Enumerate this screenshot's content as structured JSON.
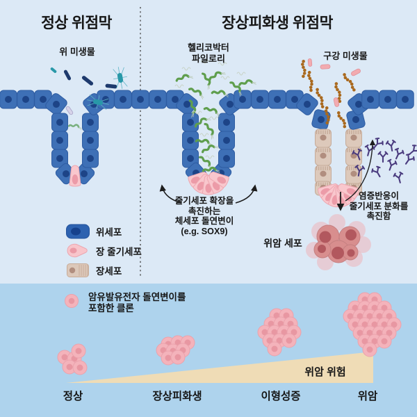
{
  "section_left": {
    "title": "정상 위점막",
    "microbe_label": "위 미생물"
  },
  "section_right": {
    "title": "장상피화생 위점막",
    "h_pylori_line1": "헬리코박터",
    "h_pylori_line2": "파일로리",
    "oral_microbe_label": "구강 미생물"
  },
  "notes": {
    "mutation_line1": "줄기세포 확장을",
    "mutation_line2": "촉진하는",
    "mutation_line3": "체세포 돌연변이",
    "mutation_line4": "(e.g. SOX9)",
    "inflammation_line1": "염증반응이",
    "inflammation_line2": "줄기세포 분화를",
    "inflammation_line3": "촉진함",
    "cancer_cells_label": "위암 세포",
    "clone_line1": "암유발유전자 돌연변이를",
    "clone_line2": "포함한 클론",
    "risk_label": "위암 위험"
  },
  "legend": {
    "items": [
      {
        "label": "위세포",
        "icon": "gastric-cell-icon"
      },
      {
        "label": "장 줄기세포",
        "icon": "intestinal-stem-cell-icon"
      },
      {
        "label": "장세포",
        "icon": "intestinal-cell-icon"
      }
    ]
  },
  "chart_data": {
    "type": "area",
    "title": "위암 위험",
    "categories": [
      "정상",
      "장상피화생",
      "이형성증",
      "위암"
    ],
    "values": [
      5,
      8,
      13,
      24
    ],
    "note": "clone cell counts per stage; risk triangle rises left to right"
  },
  "stages": [
    {
      "label": "정상",
      "clone_cells": 5
    },
    {
      "label": "장상피화생",
      "clone_cells": 8
    },
    {
      "label": "이형성증",
      "clone_cells": 13
    },
    {
      "label": "위암",
      "clone_cells": 24
    }
  ],
  "colors": {
    "bg_top": "#dce9f6",
    "bg_bottom": "#aed3ed",
    "divider": "#4b4b4b",
    "cell_blue": "#3e70b6",
    "cell_blue_stroke": "#2e5ca2",
    "cell_blue_nucleus": "#1d4487",
    "stem_pink": "#f9c7cd",
    "stem_pink_stroke": "#eda7b1",
    "stem_pink_nucleus": "#ec9ba8",
    "intestinal_beige": "#ddc9bb",
    "intestinal_stroke": "#c5ab99",
    "intestinal_nucleus": "#b18e7f",
    "cancer_rose": "#d88e8e",
    "cancer_stroke": "#c47f80",
    "cancer_nucleus": "#b2585e",
    "cancer_halo": "#ecb9bf",
    "clone_pink": "#f4b3bb",
    "clone_stroke": "#eaa2ac",
    "clone_nucleus": "#e897a2",
    "hp_green": "#5f9e4d",
    "oral_brown": "#a9691e",
    "oral_pink": "#f2abb0",
    "antibody_purple": "#4a3b7e",
    "teal_microbe": "#2898a8",
    "navy_microbe": "#1e3a6d",
    "lavender_microbe": "#d6d3e9",
    "risk_triangle": "#efdcb6",
    "arrow": "#1d1d1d",
    "text": "#161616"
  }
}
